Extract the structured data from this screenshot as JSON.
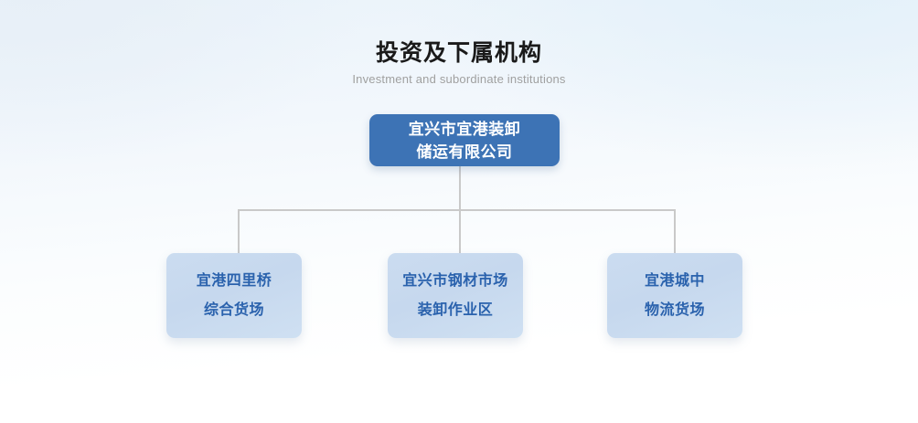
{
  "header": {
    "title": "投资及下属机构",
    "subtitle": "Investment and subordinate institutions"
  },
  "chart_data": {
    "type": "diagram",
    "diagram_kind": "organization-chart",
    "title": "投资及下属机构",
    "subtitle": "Investment and subordinate institutions",
    "orientation": "top-down",
    "levels": 2,
    "root": {
      "id": "root",
      "label_lines": [
        "宜兴市宜港装卸",
        "储运有限公司"
      ],
      "label": "宜兴市宜港装卸储运有限公司",
      "fill": "#3d73b5",
      "text_color": "#ffffff"
    },
    "children": [
      {
        "id": "child-1",
        "label_lines": [
          "宜港四里桥",
          "综合货场"
        ],
        "label": "宜港四里桥综合货场",
        "fill": "#c6d8ee",
        "text_color": "#2a62ad"
      },
      {
        "id": "child-2",
        "label_lines": [
          "宜兴市钢材市场",
          "装卸作业区"
        ],
        "label": "宜兴市钢材市场装卸作业区",
        "fill": "#c6d8ee",
        "text_color": "#2a62ad"
      },
      {
        "id": "child-3",
        "label_lines": [
          "宜港城中",
          "物流货场"
        ],
        "label": "宜港城中物流货场",
        "fill": "#c6d8ee",
        "text_color": "#2a62ad"
      }
    ],
    "edges": [
      {
        "from": "root",
        "to": "child-1"
      },
      {
        "from": "root",
        "to": "child-2"
      },
      {
        "from": "root",
        "to": "child-3"
      }
    ],
    "connector_color": "#c9c9c9",
    "background": "linear-gradient light blue to white"
  }
}
